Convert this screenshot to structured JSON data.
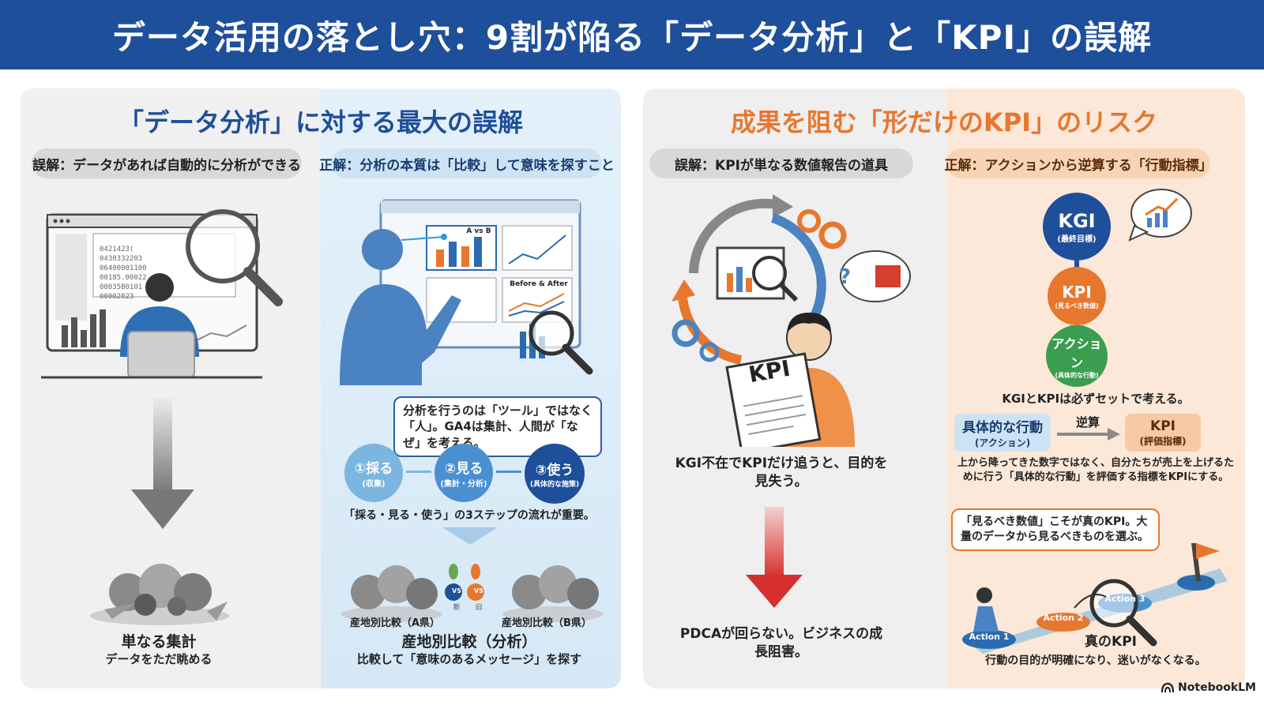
{
  "header": {
    "title": "データ活用の落とし穴：9割が陥る「データ分析」と「KPI」の誤解"
  },
  "left_panel": {
    "title": "「データ分析」に対する最大の誤解",
    "misconception": {
      "label": "誤解：データがあれば自動的に分析ができる",
      "screen_digits": [
        "0421423(",
        "0430332203",
        "06400001100",
        "00185.00022",
        "00035B0101",
        "00002023"
      ],
      "caption_main": "単なる集計",
      "caption_sub": "データをただ眺める"
    },
    "truth": {
      "label": "正解：分析の本質は「比較」して意味を探すこと",
      "chart1_label": "A vs B",
      "chart2_label": "Before & After",
      "bubble": "分析を行うのは「ツール」ではなく「人」。GA4は集計、人間が「なぜ」を考える。",
      "steps": [
        {
          "title": "①採る",
          "sub": "(収集)"
        },
        {
          "title": "②見る",
          "sub": "(集計・分析)"
        },
        {
          "title": "③使う",
          "sub": "(具体的な施策)"
        }
      ],
      "steps_caption": "「採る・見る・使う」の3ステップの流れが重要。",
      "vs_label": "VS",
      "vs_sub_left": "新",
      "vs_sub_right": "旧",
      "compare_a": "産地別比較（A県）",
      "compare_b": "産地別比較（B県）",
      "caption_main": "産地別比較（分析）",
      "caption_sub": "比較して「意味のあるメッセージ」を探す"
    }
  },
  "right_panel": {
    "title": "成果を阻む「形だけのKPI」のリスク",
    "misconception": {
      "label": "誤解：KPIが単なる数値報告の道具",
      "paper_label": "KPI",
      "question": "?",
      "caption": "KGI不在でKPIだけ追うと、目的を見失う。",
      "result": "PDCAが回らない。ビジネスの成長阻害。"
    },
    "truth": {
      "label": "正解：アクションから逆算する「行動指標」",
      "flow": [
        {
          "title": "KGI",
          "sub": "(最終目標)"
        },
        {
          "title": "KPI",
          "sub": "(見るべき数値)"
        },
        {
          "title": "アクション",
          "sub": "(具体的な行動)"
        }
      ],
      "flow_caption": "KGIとKPIは必ずセットで考える。",
      "action_box": {
        "title": "具体的な行動",
        "sub": "(アクション)"
      },
      "reverse_label": "逆算",
      "kpi_box": {
        "title": "KPI",
        "sub": "(評価指標)"
      },
      "explanation": "上から降ってきた数字ではなく、自分たちが売上を上げるために行う「具体的な行動」を評価する指標をKPIにする。",
      "bubble": "「見るべき数値」こそが真のKPI。大量のデータから見るべきものを選ぶ。",
      "steps": [
        "Action 1",
        "Action 2",
        "Action 3"
      ],
      "goal_label": "真のKPI",
      "caption": "行動の目的が明確になり、迷いがなくなる。"
    }
  },
  "footer": {
    "brand": "NotebookLM"
  },
  "colors": {
    "navy": "#1e4f9a",
    "blue": "#2b6cb0",
    "orange": "#e8772e",
    "green": "#3a9d4f",
    "red": "#d62f2f"
  }
}
